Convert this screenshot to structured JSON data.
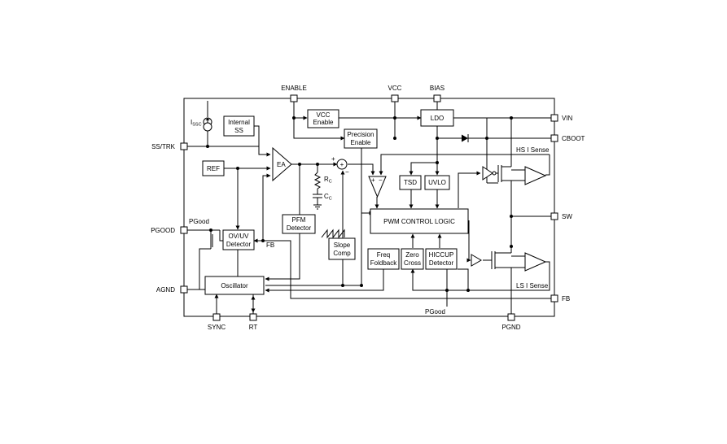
{
  "pins": {
    "enable": "ENABLE",
    "vcc": "VCC",
    "bias": "BIAS",
    "vin": "VIN",
    "cboot": "CBOOT",
    "sw": "SW",
    "fb": "FB",
    "pgnd": "PGND",
    "ss_trk": "SS/TRK",
    "pgood": "PGOOD",
    "agnd": "AGND",
    "sync": "SYNC",
    "rt": "RT"
  },
  "blocks": {
    "internal_ss_1": "Internal",
    "internal_ss_2": "SS",
    "ref": "REF",
    "ea": "EA",
    "vcc_enable_1": "VCC",
    "vcc_enable_2": "Enable",
    "ldo": "LDO",
    "precision_enable_1": "Precision",
    "precision_enable_2": "Enable",
    "tsd": "TSD",
    "uvlo": "UVLO",
    "pwm_control_logic": "PWM CONTROL LOGIC",
    "pfm_detector_1": "PFM",
    "pfm_detector_2": "Detector",
    "ovuv_detector_1": "OV/UV",
    "ovuv_detector_2": "Detector",
    "slope_comp_1": "Slope",
    "slope_comp_2": "Comp",
    "freq_foldback_1": "Freq",
    "freq_foldback_2": "Foldback",
    "zero_cross_1": "Zero",
    "zero_cross_2": "Cross",
    "hiccup_detector_1": "HICCUP",
    "hiccup_detector_2": "Detector",
    "oscillator": "Oscillator"
  },
  "labels": {
    "issc_main": "I",
    "issc_sub": "SSC",
    "rc_main": "R",
    "rc_sub": "C",
    "cc_main": "C",
    "cc_sub": "C",
    "sum_plus": "+",
    "sum_minus": "−",
    "cmp_plus": "+",
    "cmp_minus": "−",
    "sum_symbol": "+",
    "hs_i_sense": "HS I Sense",
    "ls_i_sense": "LS I Sense",
    "pgood_signal": "PGood",
    "pgood_bottom": "PGood",
    "fb_internal": "FB"
  },
  "colors": {
    "line": "#000000",
    "background": "#ffffff"
  }
}
